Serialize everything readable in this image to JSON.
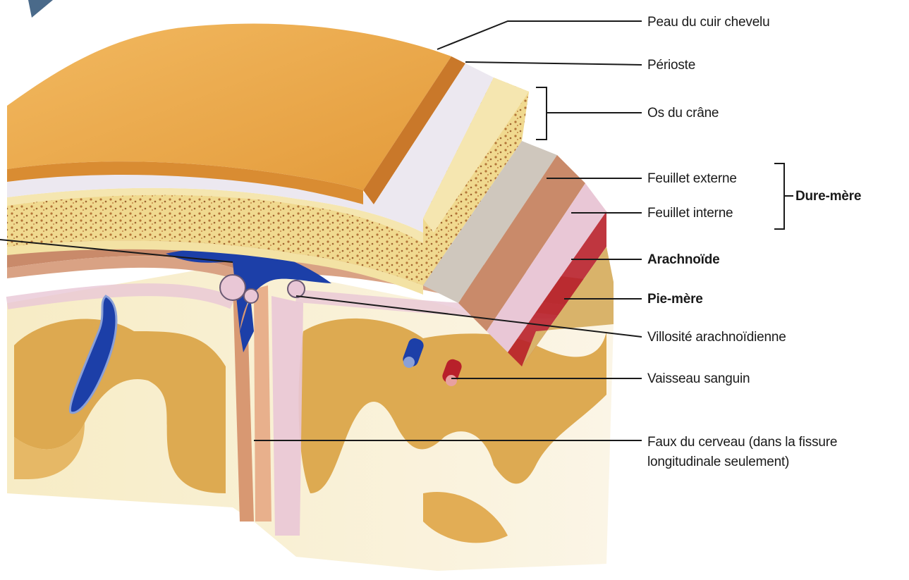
{
  "labels": {
    "scalp": "Peau du cuir chevelu",
    "periosteum": "Périoste",
    "skull": "Os du crâne",
    "outer_layer": "Feuillet externe",
    "inner_layer": "Feuillet interne",
    "dura_mater": "Dure-mère",
    "arachnoid": "Arachnoïde",
    "pia_mater": "Pie-mère",
    "arachnoid_villus": "Villosité arachnoïdienne",
    "blood_vessel": "Vaisseau sanguin",
    "falx_cerebri": "Faux du cerveau (dans la fissure longitudinale seulement)"
  },
  "colors": {
    "scalp": "#e8a64a",
    "periosteum": "#ece8f0",
    "bone": "#f3e2a4",
    "bone_spots": "#b57a3c",
    "dura": "#c98a6a",
    "arachnoid": "#e9c7d6",
    "sinus_blue": "#1c3fa8",
    "artery_red": "#b8202a",
    "gray_matter": "#d9a146",
    "white_matter": "#f6e8b9",
    "leader_line": "#1a1a1a"
  }
}
